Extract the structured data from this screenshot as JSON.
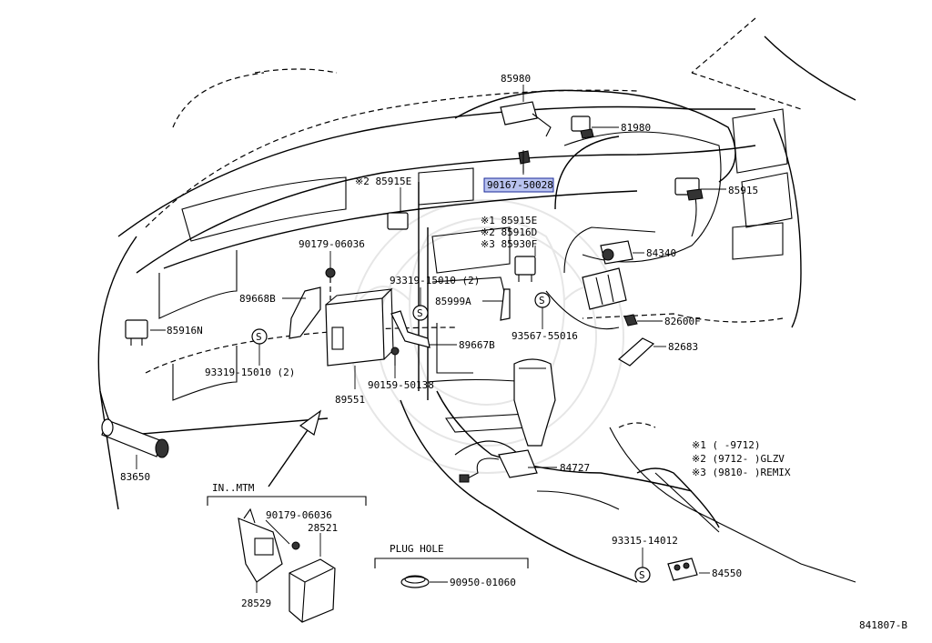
{
  "parts": {
    "p85980": "85980",
    "p81980": "81980",
    "p90167": "90167-50028",
    "p85915": "85915",
    "p85915e_2": "※2 85915E",
    "p85915e_1": "※1 85915E",
    "p85916d": "※2 85916D",
    "p85930f": "※3 85930F",
    "p84340": "84340",
    "p90179a": "90179-06036",
    "p93319a": "93319-15010 (2)",
    "p89668b": "89668B",
    "p85999a": "85999A",
    "p85916n": "85916N",
    "p82600f": "82600F",
    "p93567": "93567-55016",
    "p89667b": "89667B",
    "p82683": "82683",
    "p93319b": "93319-15010 (2)",
    "p90159": "90159-50138",
    "p89551": "89551",
    "p83650": "83650",
    "p84727": "84727",
    "p90179b": "90179-06036",
    "p28521": "28521",
    "p28529": "28529",
    "p90950": "90950-01060",
    "p93315": "93315-14012",
    "p84550": "84550"
  },
  "notes": {
    "n1": "※1 (     -9712)",
    "n2": "※2 (9712-     )GLZV",
    "n3": "※3 (9810-     )REMIX"
  },
  "insets": {
    "mtm_title": "IN..MTM",
    "plug_title": "PLUG HOLE"
  },
  "screw_symbol": "S",
  "diagram_code": "841807-B",
  "highlight_color": "#b9c3ef"
}
